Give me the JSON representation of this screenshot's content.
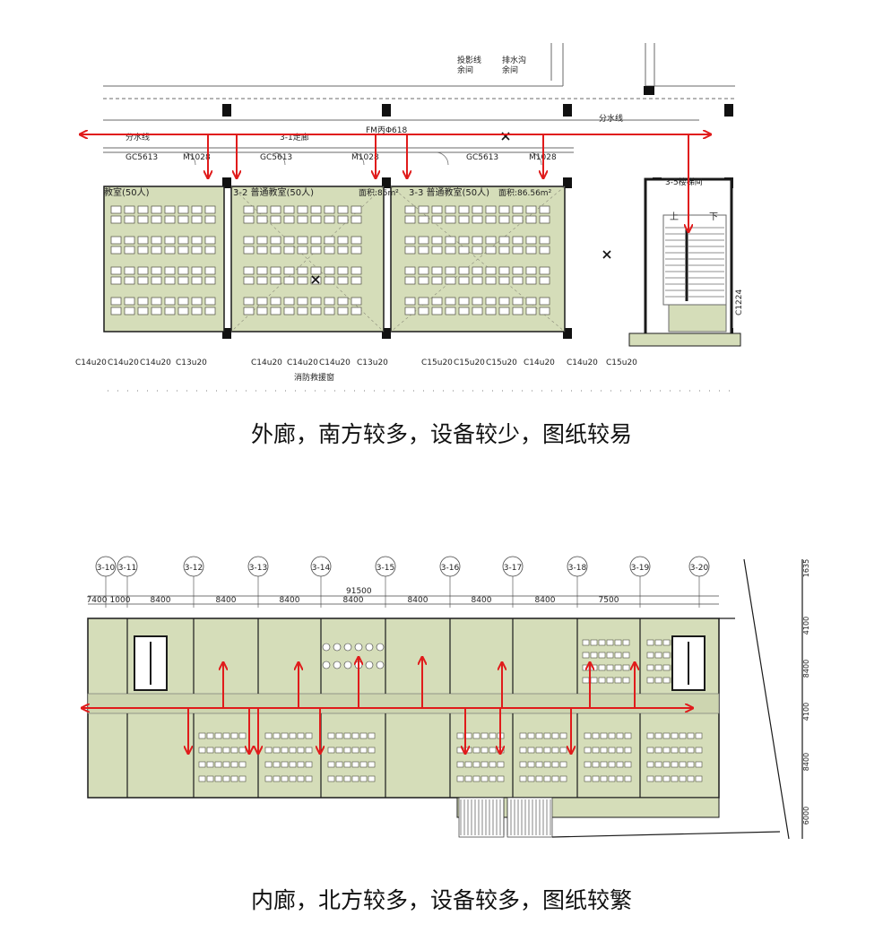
{
  "plan1": {
    "labels": {
      "projection_room": "投影线\n余间",
      "drain_room": "排水沟\n余间",
      "water_split_left": "分水线",
      "water_split_right": "分水线",
      "fm": "FM丙Φ618",
      "corridor_tag": "3-1走廊",
      "stair_tag": "3-5楼梯间",
      "up": "上",
      "down": "下",
      "c1224": "C1224",
      "fire_window": "消防救援窗",
      "room1": "教室(50人)",
      "room2": "3-2 普通教室(50人)",
      "room3": "3-3 普通教室(50人)",
      "area2": "面积:85m²",
      "area3": "面积:86.56m²",
      "tag_mi": "M1028",
      "tag_gc": "GC5613"
    },
    "window_tags": [
      "C14u20",
      "C14u20",
      "C14u20",
      "C13u20",
      "C14u20",
      "C14u20",
      "C14u20",
      "C13u20",
      "C15u20",
      "C15u20",
      "C15u20",
      "C14u20",
      "C14u20",
      "C15u20"
    ],
    "caption": "外廊，南方较多，设备较少，图纸较易"
  },
  "plan2": {
    "axes": [
      "3-10",
      "3-11",
      "3-12",
      "3-13",
      "3-14",
      "3-15",
      "3-16",
      "3-17",
      "3-18",
      "3-19",
      "3-20"
    ],
    "spans": [
      "7400",
      "1000",
      "8400",
      "8400",
      "8400",
      "8400",
      "8400",
      "8400",
      "8400",
      "7500"
    ],
    "total": "91500",
    "right_dims": [
      "1635",
      "4100",
      "8400",
      "4100",
      "8400",
      "6000"
    ],
    "caption": "内廊，北方较多，设备较多，图纸较繁"
  },
  "colors": {
    "arrow": "#e01b1b",
    "room_fill": "#d5ddb9",
    "wall": "#1a1a1a",
    "line": "#6a6a6a"
  }
}
